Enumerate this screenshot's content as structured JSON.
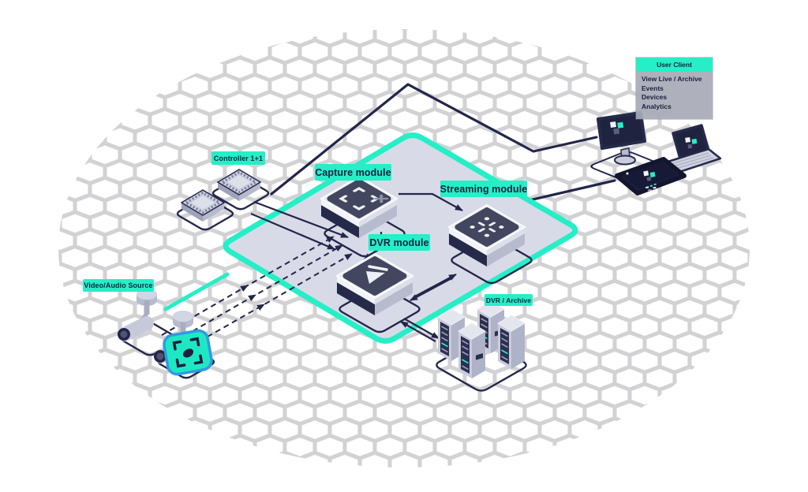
{
  "title": "Video surveillance platform architecture diagram",
  "colors": {
    "accent_teal": "#24EFC7",
    "line_navy": "#23264A",
    "platform_fill": "#D8DAE7",
    "hex_pattern_gray": "#C7C7CB",
    "panel_gray": "#A7AAB6",
    "dark_plate": "#42465E",
    "focus_icon_border_blue": "#2F9BE0"
  },
  "labels": {
    "controller": "Controller 1+1",
    "capture": "Capture module",
    "streaming": "Streaming module",
    "dvr": "DVR module",
    "source": "Video/Audio Source",
    "archive": "DVR / Archive"
  },
  "user_client": {
    "title": "User Client",
    "items": [
      "View Live / Archive",
      "Events",
      "Devices",
      "Analytics"
    ]
  },
  "icons": {
    "capture": "crop-frame-capture-icon",
    "streaming": "stream-dots-icon",
    "dvr": "play-icon",
    "source": "camera-focus-icon",
    "clients": [
      "monitor",
      "laptop",
      "tablet"
    ]
  }
}
